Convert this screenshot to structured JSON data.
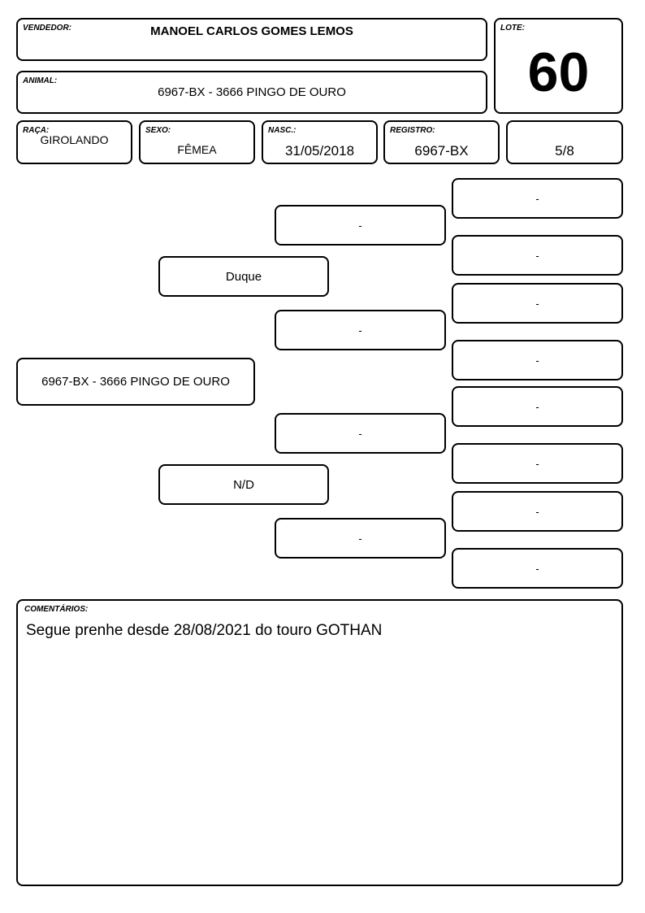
{
  "seller": {
    "label": "VENDEDOR:",
    "value": "MANOEL CARLOS GOMES LEMOS"
  },
  "lot": {
    "label": "LOTE:",
    "value": "60"
  },
  "animal": {
    "label": "ANIMAL:",
    "value": "6967-BX - 3666 PINGO DE OURO"
  },
  "breed": {
    "label": "RAÇA:",
    "value": "GIROLANDO"
  },
  "sex": {
    "label": "SEXO:",
    "value": "FÊMEA"
  },
  "birth": {
    "label": "NASC.:",
    "value": "31/05/2018"
  },
  "registry": {
    "label": "REGISTRO:",
    "value": "6967-BX"
  },
  "grade": {
    "value": "5/8"
  },
  "pedigree": {
    "animal": "6967-BX - 3666 PINGO DE OURO",
    "sire": "Duque",
    "dam": "N/D",
    "paternal_grandsire": "-",
    "paternal_granddam": "-",
    "maternal_grandsire": "-",
    "maternal_granddam": "-",
    "great_grandparents": [
      "-",
      "-",
      "-",
      "-",
      "-",
      "-",
      "-",
      "-"
    ]
  },
  "comments": {
    "label": "COMENTÁRIOS:",
    "value": "Segue prenhe desde 28/08/2021 do touro GOTHAN"
  }
}
